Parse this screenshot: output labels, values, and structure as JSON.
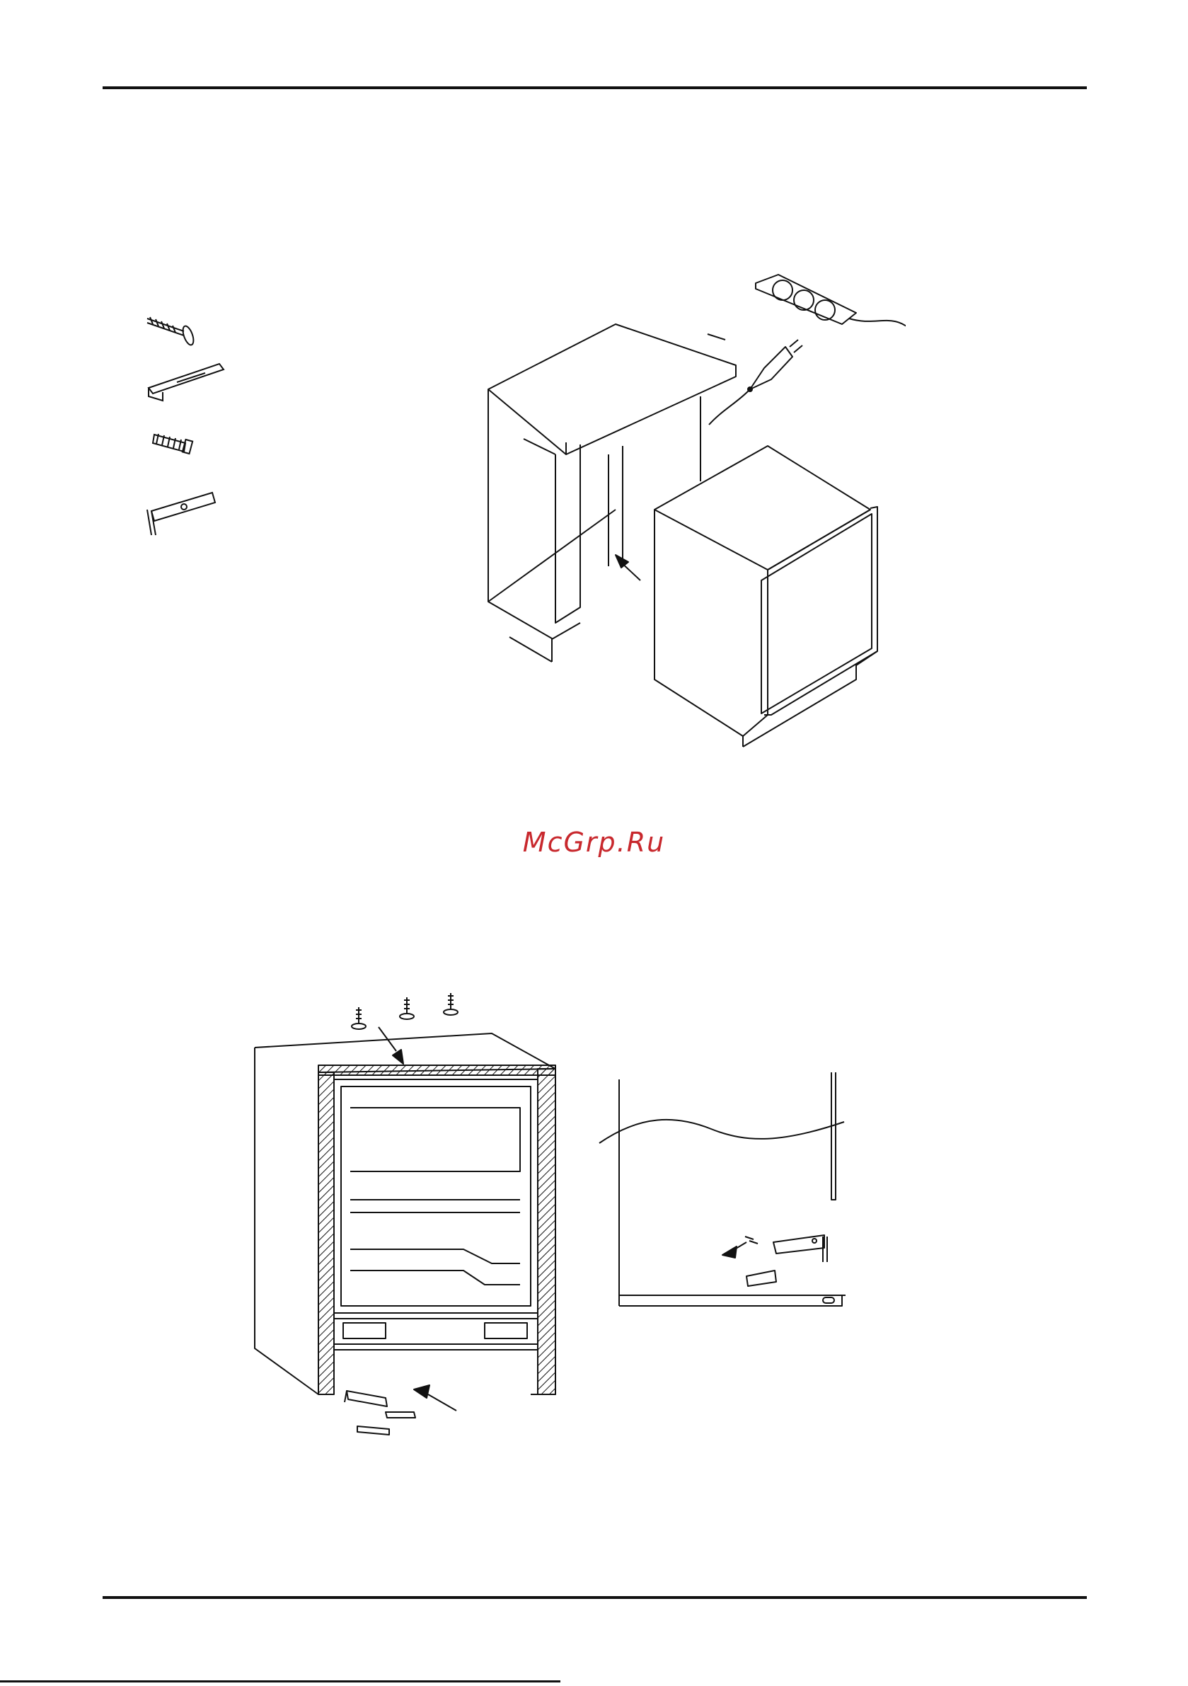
{
  "page": {
    "watermark": "McGrp.Ru",
    "watermark_color": "#c8282d",
    "line_color": "#111111"
  },
  "figures": {
    "hardware_parts": [
      "screw-icon",
      "bracket-icon",
      "anchor-screw-icon",
      "clip-icon"
    ],
    "installation_overview": [
      "cabinet",
      "refrigerator",
      "power-strip-icon",
      "plug-icon",
      "insert-arrow-icon"
    ],
    "mounting_detail": [
      "refrigerator-front-view",
      "top-screws",
      "bottom-brackets",
      "door-hinge-detail"
    ]
  }
}
